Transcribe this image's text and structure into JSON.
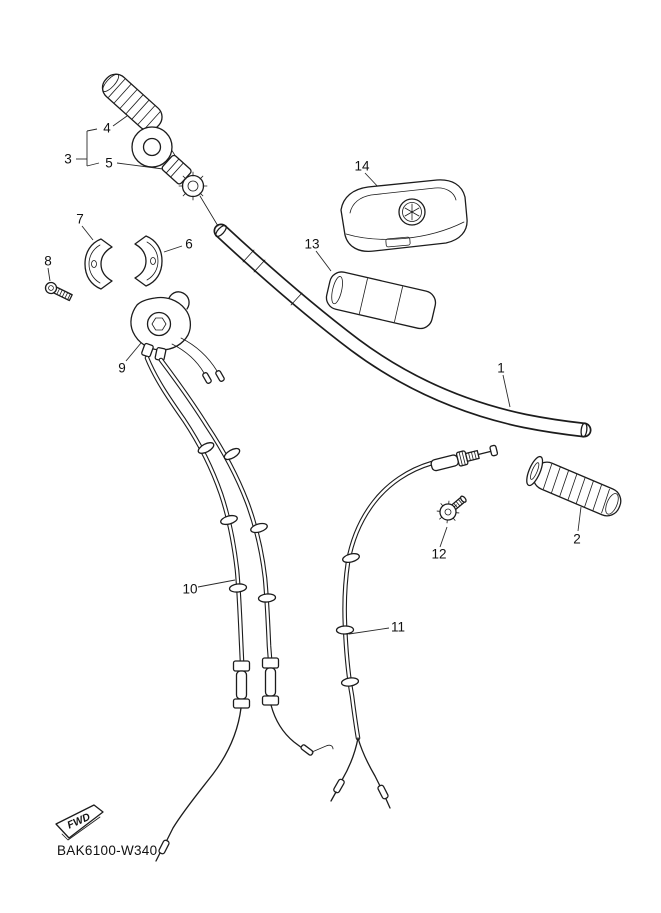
{
  "diagram": {
    "code": "BAK6100-W340",
    "fwd_label": "FWD",
    "callouts": {
      "1": "1",
      "2": "2",
      "3": "3",
      "4": "4",
      "5": "5",
      "6": "6",
      "7": "7",
      "8": "8",
      "9": "9",
      "10": "10",
      "11": "11",
      "12": "12",
      "13": "13",
      "14": "14"
    }
  }
}
